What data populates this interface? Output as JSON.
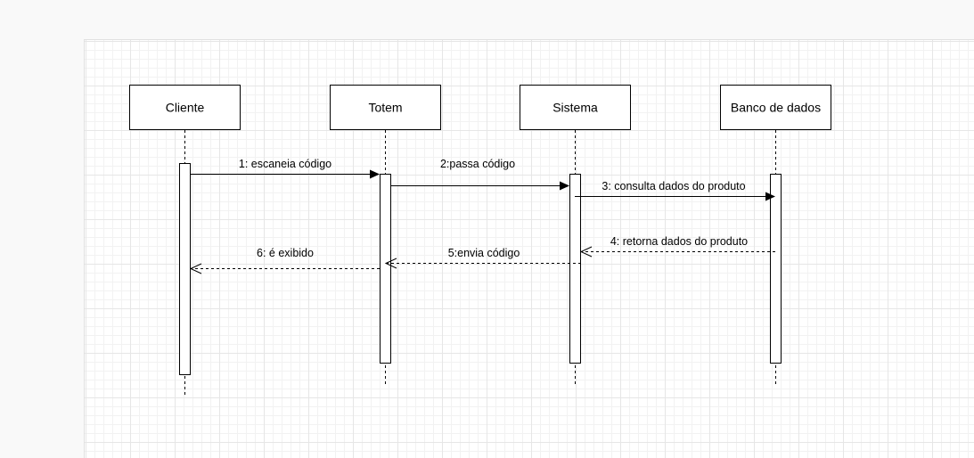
{
  "participants": [
    {
      "label": "Cliente"
    },
    {
      "label": "Totem"
    },
    {
      "label": "Sistema"
    },
    {
      "label": "Banco de dados"
    }
  ],
  "messages": [
    {
      "label": "1: escaneia código",
      "type": "sync"
    },
    {
      "label": "2:passa código",
      "type": "sync"
    },
    {
      "label": "3: consulta dados do produto",
      "type": "sync"
    },
    {
      "label": "4: retorna dados do produto",
      "type": "return"
    },
    {
      "label": "5:envia código",
      "type": "return"
    },
    {
      "label": "6: é exibido",
      "type": "return"
    }
  ],
  "colors": {
    "stroke": "#000000",
    "text": "#000000",
    "box_fill": "#ffffff",
    "grid": "#e6e6e6"
  }
}
